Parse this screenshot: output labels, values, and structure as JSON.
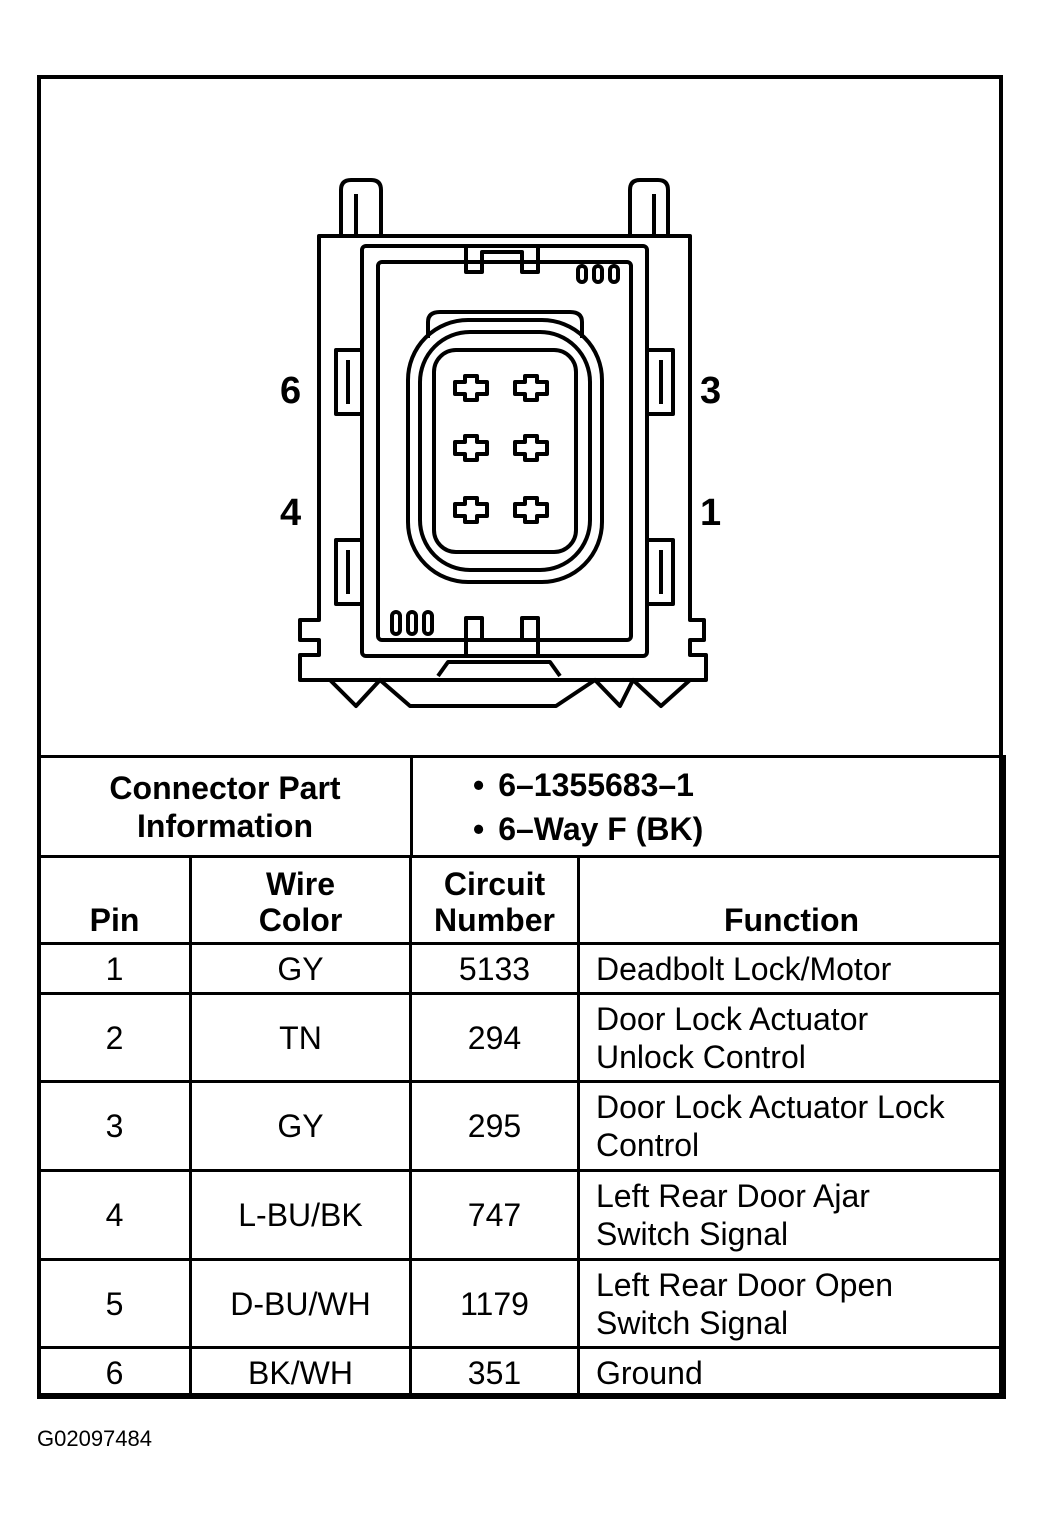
{
  "pin_labels": {
    "pin6": "6",
    "pin4": "4",
    "pin3": "3",
    "pin1": "1"
  },
  "connector_info": {
    "label_line1": "Connector Part",
    "label_line2": "Information",
    "part_number": "6–1355683–1",
    "description": "6–Way F (BK)"
  },
  "pin_table": {
    "headers": {
      "pin": "Pin",
      "wire_line1": "Wire",
      "wire_line2": "Color",
      "circuit_line1": "Circuit",
      "circuit_line2": "Number",
      "function": "Function"
    },
    "rows": [
      {
        "pin": "1",
        "wire_color": "GY",
        "circuit": "5133",
        "function_line1": "Deadbolt Lock/Motor",
        "function_line2": ""
      },
      {
        "pin": "2",
        "wire_color": "TN",
        "circuit": "294",
        "function_line1": "Door Lock Actuator",
        "function_line2": "Unlock Control"
      },
      {
        "pin": "3",
        "wire_color": "GY",
        "circuit": "295",
        "function_line1": "Door Lock Actuator Lock",
        "function_line2": "Control"
      },
      {
        "pin": "4",
        "wire_color": "L-BU/BK",
        "circuit": "747",
        "function_line1": "Left Rear Door Ajar",
        "function_line2": "Switch Signal"
      },
      {
        "pin": "5",
        "wire_color": "D-BU/WH",
        "circuit": "1179",
        "function_line1": "Left Rear Door Open",
        "function_line2": "Switch Signal"
      },
      {
        "pin": "6",
        "wire_color": "BK/WH",
        "circuit": "351",
        "function_line1": "Ground",
        "function_line2": ""
      }
    ]
  },
  "figure_id": "G02097484"
}
